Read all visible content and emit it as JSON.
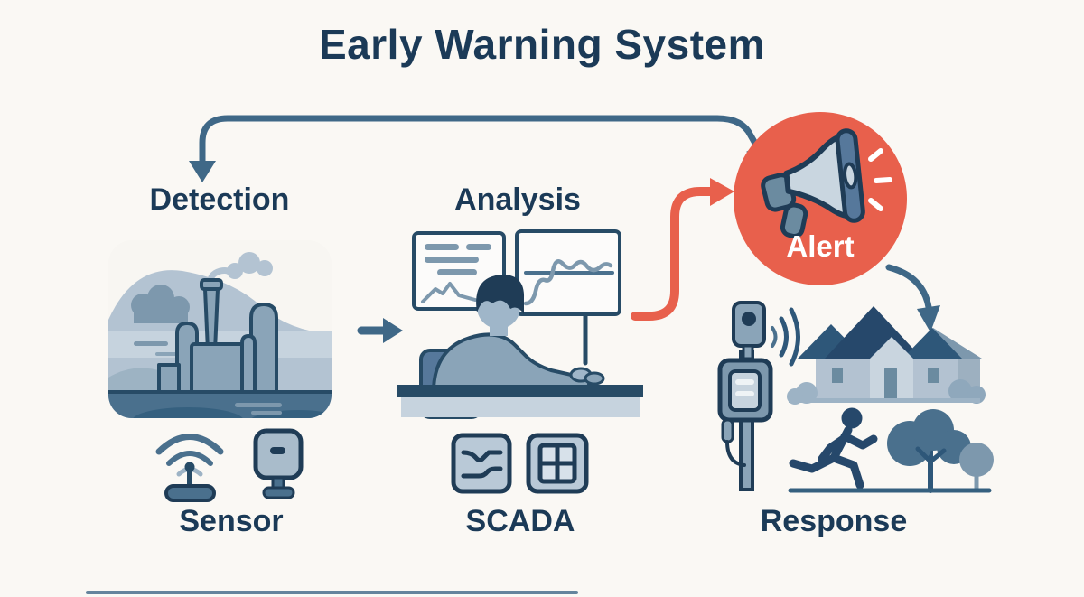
{
  "title": "Early Warning System",
  "labels": {
    "detection": "Detection",
    "analysis": "Analysis",
    "alert": "Alert",
    "sensor": "Sensor",
    "scada": "SCADA",
    "response": "Response"
  },
  "colors": {
    "background": "#faf8f4",
    "heading_text": "#1b3a57",
    "arrow_blue": "#3f6887",
    "alert_red": "#e8604c",
    "alert_text": "#ffffff",
    "illustration_light": "#c6d3de",
    "illustration_mid": "#8aa4b8",
    "illustration_steel": "#4a708d",
    "illustration_outline": "#274b66",
    "illustration_navy": "#1f3c56"
  },
  "icons": [
    "factory-landscape-icon",
    "analyst-monitors-icon",
    "megaphone-icon",
    "wifi-waves-icon",
    "antenna-icon",
    "sensor-device-icon",
    "signal-panel-icon",
    "grid-panel-icon",
    "siren-pole-icon",
    "houses-icon",
    "running-person-icon",
    "trees-icon"
  ],
  "connections": [
    {
      "from": "alert",
      "to": "detection",
      "style": "feedback-loop",
      "color": "#3f6887"
    },
    {
      "from": "detection",
      "to": "analysis",
      "style": "short-arrow",
      "color": "#3f6887"
    },
    {
      "from": "analysis",
      "to": "alert",
      "style": "s-curve",
      "color": "#e8604c"
    },
    {
      "from": "alert",
      "to": "response",
      "style": "curve-down",
      "color": "#3f6887"
    }
  ]
}
